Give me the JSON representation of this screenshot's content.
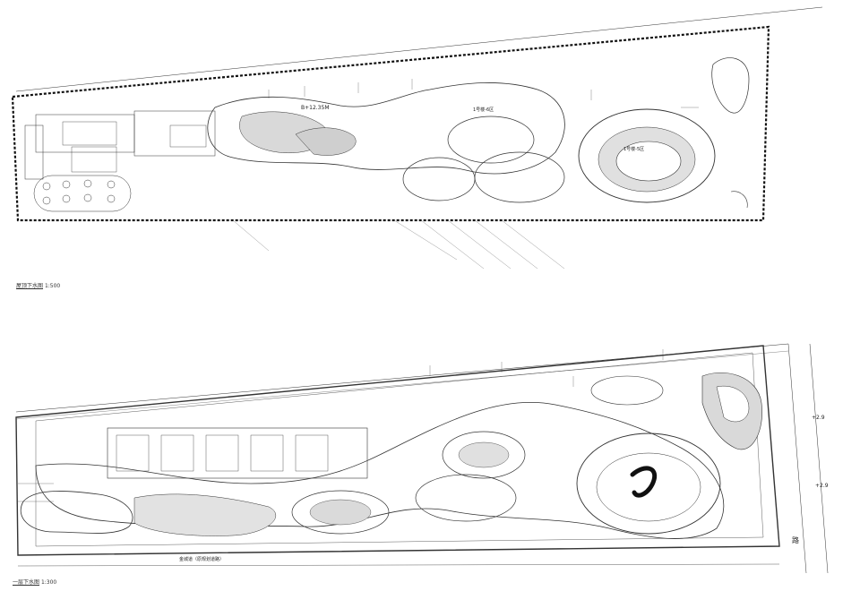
{
  "top_plan": {
    "caption": "屋顶下水图",
    "scale": "1:500",
    "level_label": "B+12.35M",
    "note_a": "1号楼-6区",
    "note_b": "1号楼-5区"
  },
  "bottom_plan": {
    "caption": "一层下水图",
    "scale": "1:300",
    "road_side_label_right": "路",
    "elevation_a": "+2.9",
    "elevation_b": "+2.9",
    "road_bottom_label": "金城道（原规划道路）"
  }
}
